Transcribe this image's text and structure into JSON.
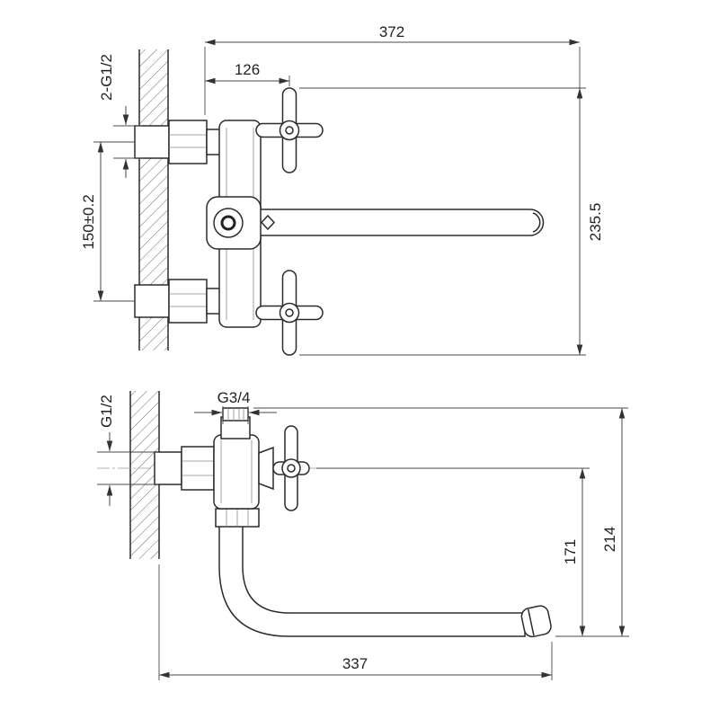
{
  "drawing": {
    "ink_color": "#222222",
    "background": "#ffffff",
    "front_view": {
      "dim_total_length": "372",
      "dim_handle_offset": "126",
      "label_inlet_threads": "2-G1/2",
      "dim_inlet_spacing": "150±0.2",
      "dim_overall_height": "235.5"
    },
    "side_view": {
      "label_inlet_thread": "G1/2",
      "label_top_outlet_thread": "G3/4",
      "dim_spout_drop": "171",
      "dim_overall_height": "214",
      "dim_spout_reach": "337"
    }
  }
}
